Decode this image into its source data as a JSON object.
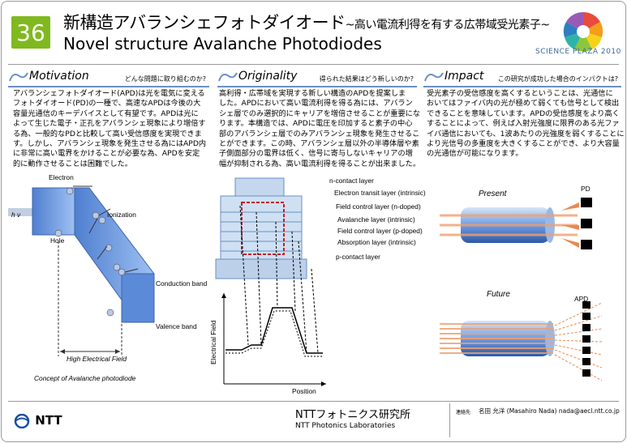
{
  "header": {
    "number": "36",
    "title_ja": "新構造アバランシェフォトダイオード",
    "subtitle_ja": "~高い電流利得を有する広帯域受光素子~",
    "title_en": "Novel structure Avalanche Photodiodes",
    "logo_text": "SCIENCE PLAZA 2010"
  },
  "sections": {
    "motivation": {
      "title": "Motivation",
      "question": "どんな問題に取り組むのか?",
      "lines": [
        "アバランシェフォトダイオード(APD)は光を電気に変える",
        "フォトダイオード(PD)の一種で、高速なAPDは今後の大",
        "容量光通信のキーデバイスとして有望です。APDは光に",
        "よって生じた電子・正孔をアバランシェ現象により増倍す",
        "る為、一般的なPDと比較して高い受信感度を実現できま",
        "す。しかし、アバランシェ現象を発生させる為にはAPD内",
        "に非常に高い電界をかけることが必要な為、APDを安定",
        "的に動作させることは困難でした。"
      ]
    },
    "originality": {
      "title": "Originality",
      "question": "得られた結果はどう新しいのか?",
      "lines": [
        "高利得・広帯域を実現する新しい構造のAPDを提案しま",
        "した。APDにおいて高い電流利得を得る為には、アバラン",
        "シェ層でのみ選択的にキャリアを増倍させることが重要にな",
        "ります。本構造では、APDに電圧を印加すると素子の中心",
        "部のアバランシェ層でのみアバランシェ現象を発生させるこ",
        "とができます。この時、アバランシェ層以外の半導体層や素",
        "子側面部分の電界は低く、信号に寄与しないキャリアの増",
        "幅が抑制される為、高い電流利得を得ることが出来ました。"
      ]
    },
    "impact": {
      "title": "Impact",
      "question": "この研究が成功した場合のインパクトは?",
      "lines": [
        "受光素子の受信感度を高くするということは、光通信に",
        "おいてはファイバ内の光が極めて弱くても信号として検出",
        "できることを意味しています。APDの受信感度をより高く",
        "することによって、例えば入射光強度に限界のある光ファ",
        "イバ通信においても、1波あたりの光強度を弱くすることに",
        "より光信号の多重度を大きくすることができ、より大容量",
        "の光通信が可能になります。"
      ]
    }
  },
  "band_diagram": {
    "electron": "Electron",
    "hv": "h ν",
    "ionization": "Ionization",
    "hole": "Hole",
    "conduction_band": "Conduction band",
    "valence_band": "Valence band",
    "high_field": "High Electrical Field",
    "caption": "Concept of Avalanche photodiode"
  },
  "structure_diagram": {
    "layers": [
      "n-contact layer",
      "Electron transit layer (intrinsic)",
      "Field control layer (n-doped)",
      "Avalanche layer (intrinsic)",
      "Field control layer (p-doped)",
      "Absorption layer (intrinsic)",
      "p-contact layer"
    ],
    "y_axis": "Electrical Field",
    "x_axis": "Position"
  },
  "impact_diagram": {
    "present": "Present",
    "future": "Future",
    "pd": "PD",
    "apd": "APD"
  },
  "footer": {
    "company_logo": "NTT",
    "lab_ja": "NTTフォトニクス研究所",
    "lab_en": "NTT Photonics Laboratories",
    "contact_label": "連絡先",
    "contact": "名田 允洋 (Masahiro Nada) nada@aecl.ntt.co.jp"
  },
  "colors": {
    "badge": "#80b91f",
    "accent_line": "#6a8fc4",
    "block_blue": "#6f9be0",
    "field_red": "#c0202a"
  }
}
